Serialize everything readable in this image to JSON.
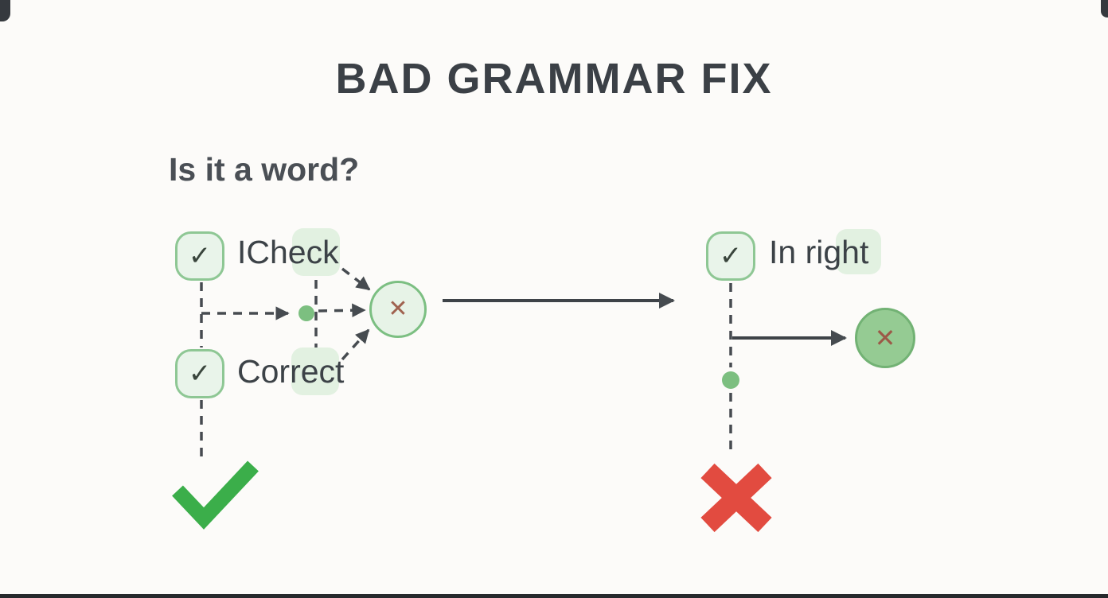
{
  "title": "BAD GRAMMAR FIX",
  "question": "Is it a word?",
  "nodes": {
    "left_top_label": "ICheck",
    "left_bottom_label": "Correct",
    "right_label": "In right"
  },
  "icons": {
    "check": "✓",
    "cross": "✕"
  },
  "colors": {
    "badge_fill": "#e9f4ea",
    "badge_border": "#8ec794",
    "highlight_fill": "#ddeedd",
    "dot_green": "#7cbf80",
    "circle_left_fill": "#e7f3e7",
    "circle_right_fill": "#95cb93",
    "cross_brown": "#a0624f",
    "big_check_green": "#3bae4a",
    "big_x_red": "#e24b40",
    "line_dark": "#464b50",
    "title_dark": "#3b4046",
    "background": "#fcfbf9"
  }
}
